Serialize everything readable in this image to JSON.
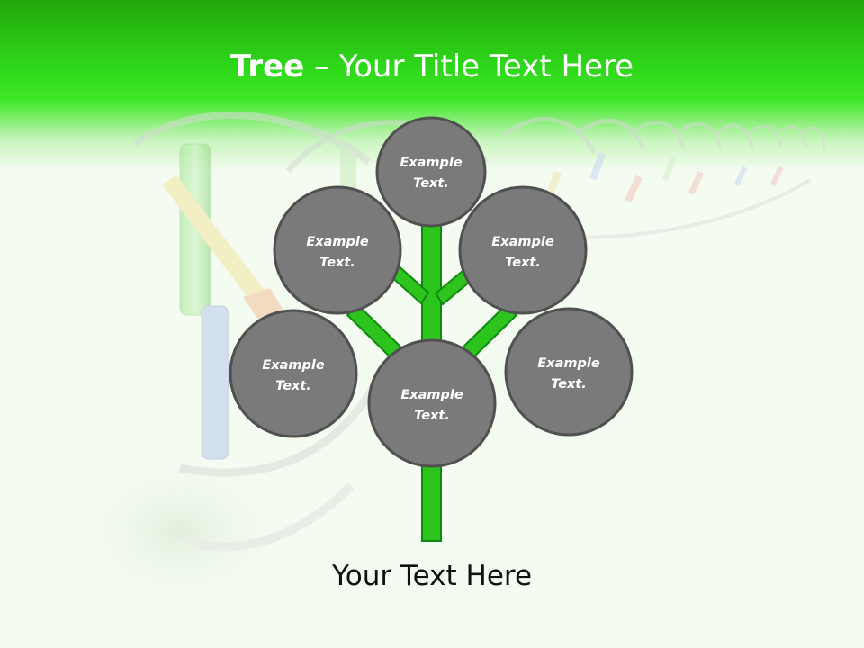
{
  "title": {
    "bold": "Tree",
    "rest": " – Your Title Text Here"
  },
  "nodes": [
    {
      "id": "top",
      "line1": "Example",
      "line2": "Text."
    },
    {
      "id": "upper-left",
      "line1": "Example",
      "line2": "Text."
    },
    {
      "id": "upper-right",
      "line1": "Example",
      "line2": "Text."
    },
    {
      "id": "lower-left",
      "line1": "Example",
      "line2": "Text."
    },
    {
      "id": "center",
      "line1": "Example",
      "line2": "Text."
    },
    {
      "id": "lower-right",
      "line1": "Example",
      "line2": "Text."
    }
  ],
  "footer": "Your Text Here",
  "colors": {
    "header": "#2ed61a",
    "trunk": "#2ec41e",
    "node_fill": "#7a7a7a",
    "node_stroke": "#505050"
  }
}
